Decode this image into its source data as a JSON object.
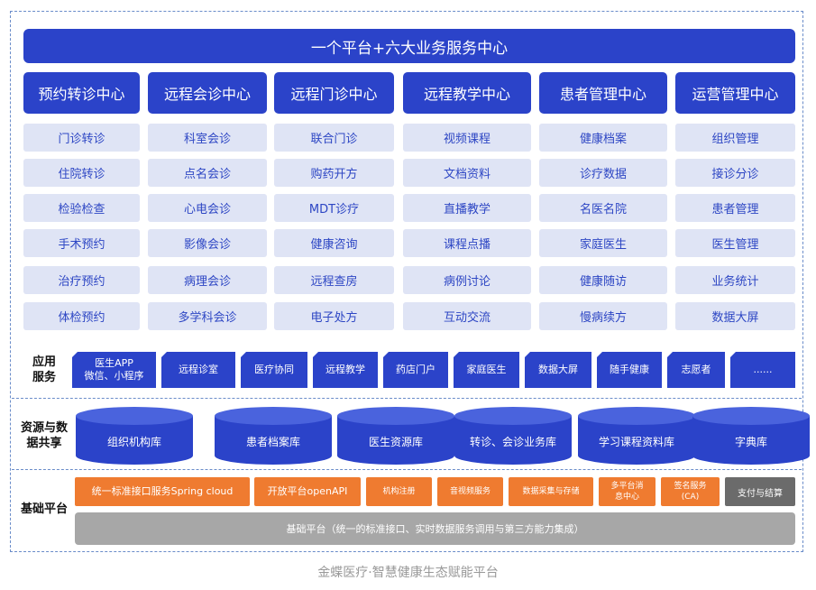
{
  "banner": {
    "title": "一个平台+六大业务服务中心"
  },
  "centers": [
    {
      "title": "预约转诊中心",
      "items": [
        "门诊转诊",
        "住院转诊",
        "检验检查",
        "手术预约",
        "治疗预约",
        "体检预约"
      ]
    },
    {
      "title": "远程会诊中心",
      "items": [
        "科室会诊",
        "点名会诊",
        "心电会诊",
        "影像会诊",
        "病理会诊",
        "多学科会诊"
      ]
    },
    {
      "title": "远程门诊中心",
      "items": [
        "联合门诊",
        "购药开方",
        "MDT诊疗",
        "健康咨询",
        "远程查房",
        "电子处方"
      ]
    },
    {
      "title": "远程教学中心",
      "items": [
        "视频课程",
        "文档资料",
        "直播教学",
        "课程点播",
        "病例讨论",
        "互动交流"
      ]
    },
    {
      "title": "患者管理中心",
      "items": [
        "健康档案",
        "诊疗数据",
        "名医名院",
        "家庭医生",
        "健康随访",
        "慢病续方"
      ]
    },
    {
      "title": "运营管理中心",
      "items": [
        "组织管理",
        "接诊分诊",
        "患者管理",
        "医生管理",
        "业务统计",
        "数据大屏"
      ]
    }
  ],
  "app_services": {
    "label_line1": "应用",
    "label_line2": "服务",
    "items": [
      {
        "line1": "医生APP",
        "line2": "微信、小程序"
      },
      {
        "line1": "远程诊室",
        "line2": ""
      },
      {
        "line1": "医疗协同",
        "line2": ""
      },
      {
        "line1": "远程教学",
        "line2": ""
      },
      {
        "line1": "药店门户",
        "line2": ""
      },
      {
        "line1": "家庭医生",
        "line2": ""
      },
      {
        "line1": "数据大屏",
        "line2": ""
      },
      {
        "line1": "随手健康",
        "line2": ""
      },
      {
        "line1": "志愿者",
        "line2": ""
      },
      {
        "line1": "......",
        "line2": ""
      }
    ]
  },
  "resources": {
    "label_line1": "资源与数",
    "label_line2": "据共享",
    "items": [
      "组织机构库",
      "患者档案库",
      "医生资源库",
      "转诊、会诊业务库",
      "学习课程资料库",
      "字典库"
    ]
  },
  "foundation": {
    "label": "基础平台",
    "modules": [
      {
        "line1": "统一标准接口服务Spring cloud",
        "line2": ""
      },
      {
        "line1": "开放平台openAPI",
        "line2": ""
      },
      {
        "line1": "机构注册",
        "line2": ""
      },
      {
        "line1": "音视频服务",
        "line2": ""
      },
      {
        "line1": "数据采集与存储",
        "line2": ""
      },
      {
        "line1": "多平台消",
        "line2": "息中心"
      },
      {
        "line1": "签名服务",
        "line2": "(CA)"
      }
    ],
    "payment": "支付与结算",
    "base": "基础平台（统一的标准接口、实时数据服务调用与第三方能力集成）"
  },
  "caption": "金蝶医疗·智慧健康生态赋能平台",
  "colors": {
    "primary": "#2b43c9",
    "cell_bg": "#dfe4f5",
    "orange": "#ef7b30",
    "gray": "#a7a7a7",
    "dark_gray": "#6b6b6b"
  }
}
